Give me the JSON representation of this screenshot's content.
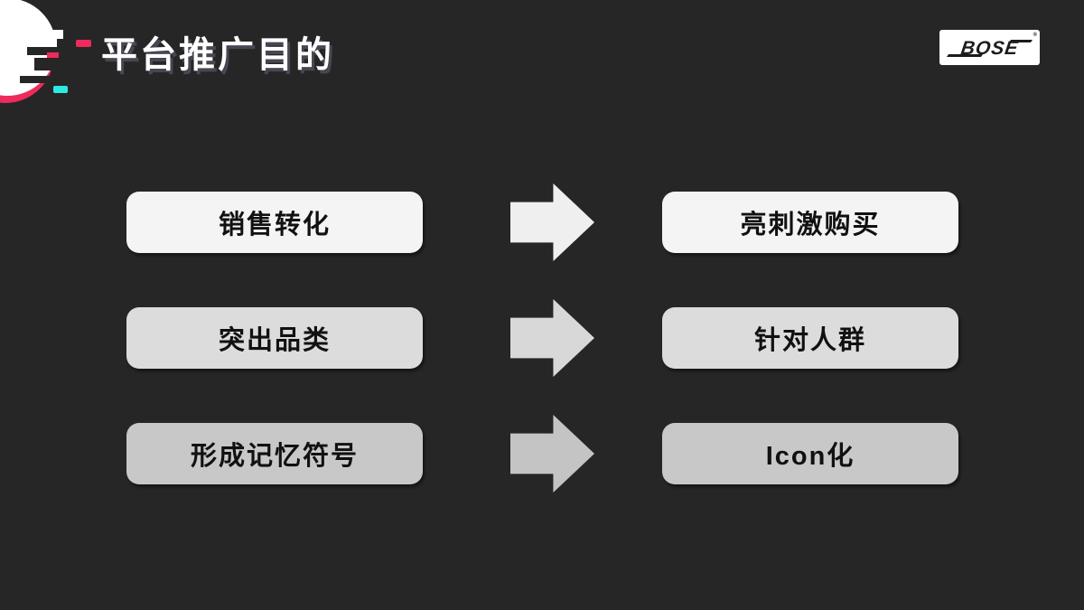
{
  "slide": {
    "background_color": "#262626",
    "title": "平台推广目的"
  },
  "header": {
    "platform_logo": "tiktok-glitch-logo",
    "logo_colors": {
      "white": "#ffffff",
      "pink": "#ee2b5b",
      "cyan": "#2de9e2"
    }
  },
  "brand": {
    "name": "BOSE",
    "reg": "®",
    "bg_color": "#ffffff",
    "text_color": "#1c1c1c"
  },
  "diagram": {
    "rows": [
      {
        "left": "销售转化",
        "right": "亮刺激购买",
        "box_color": "#f4f4f4",
        "arrow_color": "#efefef",
        "text_color": "#111111"
      },
      {
        "left": "突出品类",
        "right": "针对人群",
        "box_color": "#dcdcdc",
        "arrow_color": "#d8d8d8",
        "text_color": "#111111"
      },
      {
        "left": "形成记忆符号",
        "right": "Icon化",
        "box_color": "#c8c8c8",
        "arrow_color": "#c4c4c5",
        "text_color": "#111111"
      }
    ]
  }
}
